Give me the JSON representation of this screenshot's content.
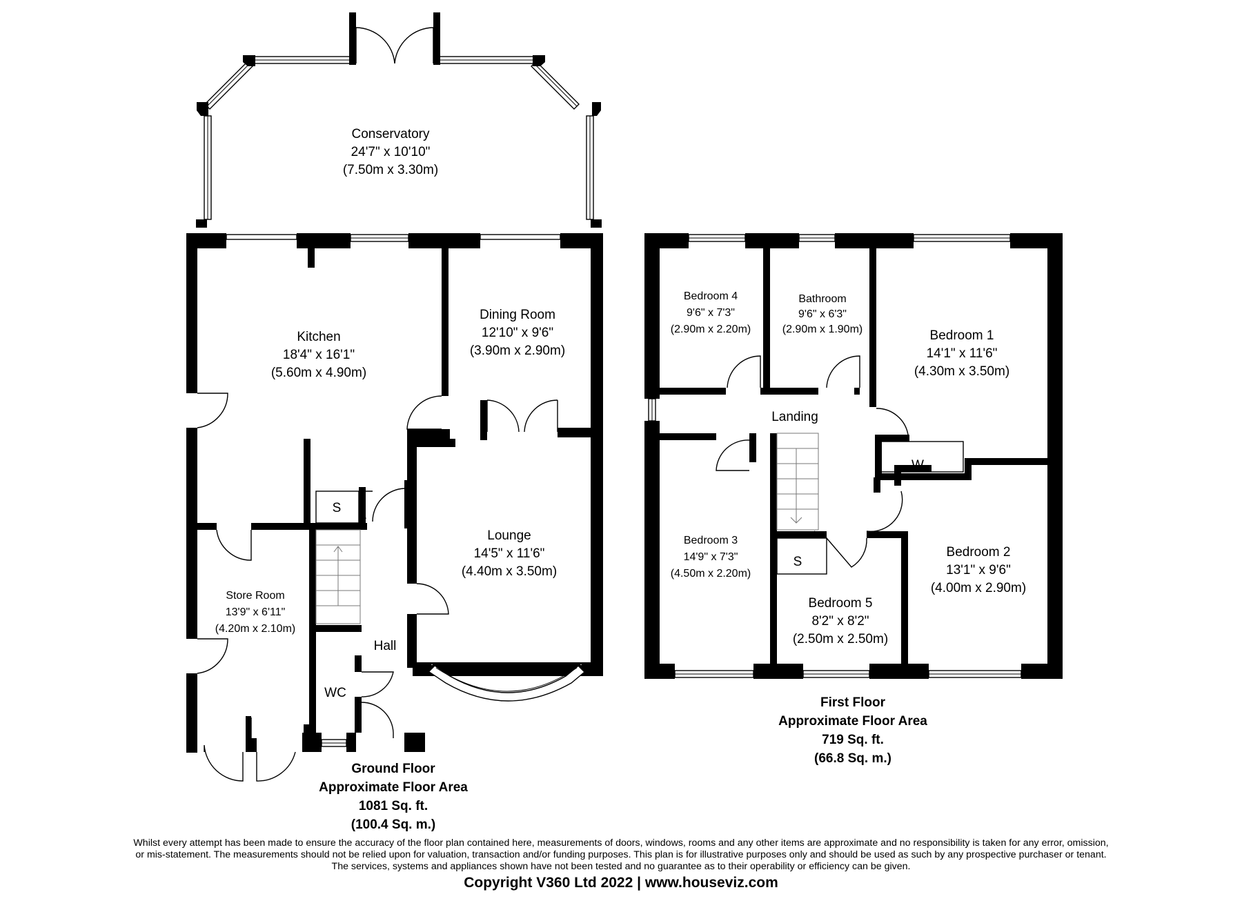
{
  "ground_floor": {
    "rooms": {
      "conservatory": {
        "name": "Conservatory",
        "imperial": "24'7\" x 10'10\"",
        "metric": "(7.50m x 3.30m)"
      },
      "kitchen": {
        "name": "Kitchen",
        "imperial": "18'4\" x 16'1\"",
        "metric": "(5.60m x 4.90m)"
      },
      "dining_room": {
        "name": "Dining Room",
        "imperial": "12'10\" x 9'6\"",
        "metric": "(3.90m x 2.90m)"
      },
      "lounge": {
        "name": "Lounge",
        "imperial": "14'5\" x 11'6\"",
        "metric": "(4.40m x 3.50m)"
      },
      "store_room": {
        "name": "Store Room",
        "imperial": "13'9\" x 6'11\"",
        "metric": "(4.20m x 2.10m)"
      },
      "hall": {
        "name": "Hall"
      },
      "wc": {
        "name": "WC"
      },
      "storage": {
        "name": "S"
      }
    },
    "area": {
      "title": "Ground Floor",
      "subtitle": "Approximate Floor Area",
      "sqft": "1081 Sq. ft.",
      "sqm": "(100.4 Sq. m.)"
    }
  },
  "first_floor": {
    "rooms": {
      "bedroom4": {
        "name": "Bedroom 4",
        "imperial": "9'6\" x 7'3\"",
        "metric": "(2.90m x 2.20m)"
      },
      "bathroom": {
        "name": "Bathroom",
        "imperial": "9'6\" x 6'3\"",
        "metric": "(2.90m x 1.90m)"
      },
      "bedroom1": {
        "name": "Bedroom 1",
        "imperial": "14'1\" x 11'6\"",
        "metric": "(4.30m x 3.50m)"
      },
      "landing": {
        "name": "Landing"
      },
      "wardrobe": {
        "name": "W"
      },
      "bedroom3": {
        "name": "Bedroom 3",
        "imperial": "14'9\" x 7'3\"",
        "metric": "(4.50m x 2.20m)"
      },
      "storage": {
        "name": "S"
      },
      "bedroom5": {
        "name": "Bedroom 5",
        "imperial": "8'2\" x 8'2\"",
        "metric": "(2.50m x 2.50m)"
      },
      "bedroom2": {
        "name": "Bedroom 2",
        "imperial": "13'1\" x 9'6\"",
        "metric": "(4.00m x 2.90m)"
      }
    },
    "area": {
      "title": "First Floor",
      "subtitle": "Approximate Floor Area",
      "sqft": "719 Sq. ft.",
      "sqm": "(66.8 Sq. m.)"
    }
  },
  "disclaimer": [
    "Whilst every attempt has been made to ensure the accuracy of the floor plan contained here, measurements of doors, windows, rooms and any other items are approximate and no responsibility is taken for any error, omission,",
    "or mis-statement. The measurements should not be relied upon for valuation, transaction and/or funding purposes. This plan is for illustrative purposes only and should be used as such by any prospective purchaser or tenant.",
    "The services, systems and appliances shown have not been tested and no guarantee as to their operability or efficiency can be given."
  ],
  "copyright": "Copyright V360 Ltd 2022 | www.houseviz.com"
}
